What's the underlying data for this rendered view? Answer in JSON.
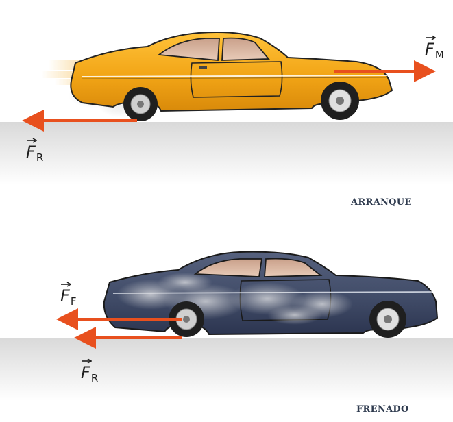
{
  "panels": {
    "top": {
      "caption": "ARRANQUE",
      "forces": {
        "motor": {
          "symbol": "F",
          "subscript": "M"
        },
        "rozamiento": {
          "symbol": "F",
          "subscript": "R"
        }
      }
    },
    "bottom": {
      "caption": "FRENADO",
      "forces": {
        "freno": {
          "symbol": "F",
          "subscript": "F"
        },
        "rozamiento": {
          "symbol": "F",
          "subscript": "R"
        }
      }
    }
  },
  "colors": {
    "arrow": "#e8501e",
    "car_top": "#f2a516",
    "car_bottom": "#3f4a66",
    "ground": "#e4e4e4",
    "caption": "#2e3a4e"
  }
}
